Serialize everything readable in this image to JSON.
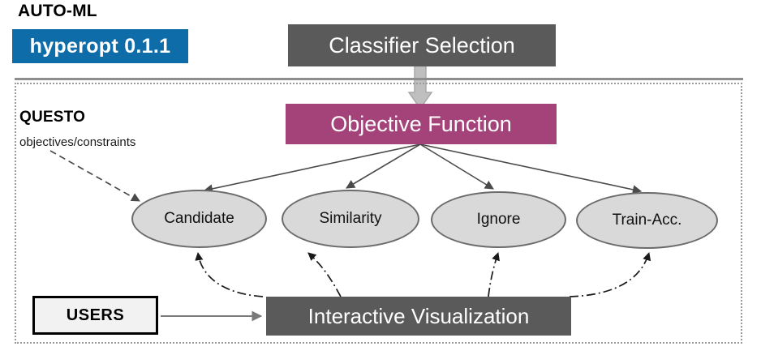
{
  "sections": {
    "automl": {
      "title": "AUTO-ML",
      "badge_label": "hyperopt 0.1.1",
      "badge_color": "#0E6DA8"
    },
    "questo": {
      "title": "QUESTO",
      "subtitle": "objectives/constraints"
    }
  },
  "boxes": {
    "classifier_selection": {
      "label": "Classifier Selection",
      "color": "#5A5A5A",
      "text_color": "#FFFFFF"
    },
    "objective_function": {
      "label": "Objective Function",
      "color": "#A3437A",
      "text_color": "#FFFFFF"
    },
    "interactive_visualization": {
      "label": "Interactive Visualization",
      "color": "#5A5A5A",
      "text_color": "#FFFFFF"
    },
    "users": {
      "label": "USERS",
      "color": "#F2F2F2",
      "text_color": "#000000",
      "border_color": "#000000"
    }
  },
  "nodes": [
    {
      "id": "candidate",
      "label": "Candidate"
    },
    {
      "id": "similarity",
      "label": "Similarity"
    },
    {
      "id": "ignore",
      "label": "Ignore"
    },
    {
      "id": "trainacc",
      "label": "Train-Acc."
    }
  ],
  "edges": {
    "classifier_objective": {
      "name": "bidirectional-arrow",
      "style": "double-headed",
      "color": "#BFBFBF"
    },
    "objective_to_nodes": {
      "name": "solid-arrow",
      "style": "solid",
      "color": "#4A4A4A",
      "targets": [
        "candidate",
        "similarity",
        "ignore",
        "trainacc"
      ]
    },
    "questo_to_candidate": {
      "name": "dashed-arrow",
      "style": "dashed",
      "color": "#4A4A4A"
    },
    "users_to_visualization": {
      "name": "solid-arrow",
      "style": "solid",
      "color": "#7A7A7A"
    },
    "visualization_to_nodes": {
      "name": "dash-dot-arrow",
      "style": "dash-dot",
      "color": "#1A1A1A",
      "targets": [
        "candidate",
        "similarity",
        "ignore",
        "trainacc"
      ]
    }
  },
  "panel": {
    "border_style": "dotted",
    "border_color": "#9A9A9A",
    "rule_color": "#8E8E8E"
  }
}
